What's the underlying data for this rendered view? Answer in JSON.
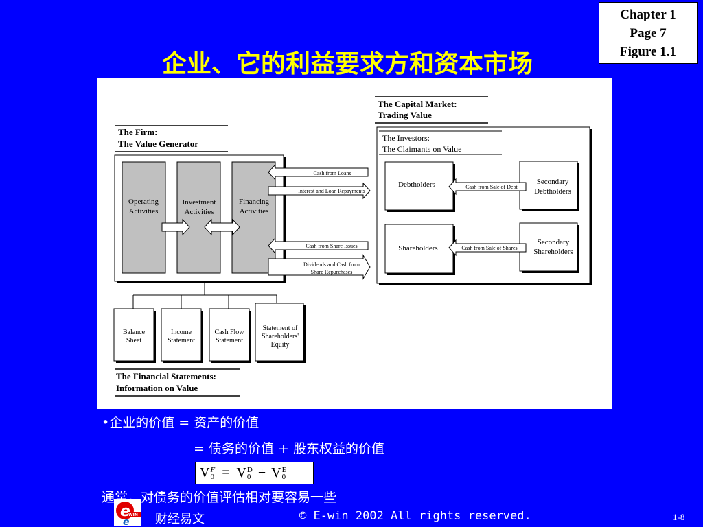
{
  "reference": {
    "line1": "Chapter 1",
    "line2": "Page 7",
    "line3": "Figure 1.1"
  },
  "title": "企业、它的利益要求方和资本市场",
  "diagram": {
    "capital_market": {
      "line1": "The Capital Market:",
      "line2": "Trading Value"
    },
    "investors": {
      "line1": "The Investors:",
      "line2": "The Claimants on Value"
    },
    "firm": {
      "line1": "The Firm:",
      "line2": "The Value Generator"
    },
    "activities": {
      "operating": [
        "Operating",
        "Activities"
      ],
      "investment": [
        "Investment",
        "Activities"
      ],
      "financing": [
        "Financing",
        "Activities"
      ]
    },
    "flows": {
      "cash_from_loans": "Cash from Loans",
      "interest_repayments": "Interest and Loan Repayments",
      "cash_from_share_issues": "Cash from Share Issues",
      "dividends": [
        "Dividends and Cash from",
        "Share Repurchases"
      ],
      "cash_from_sale_of_debt": "Cash from Sale of Debt",
      "cash_from_sale_of_shares": "Cash from Sale of Shares"
    },
    "holders": {
      "debtholders": "Debtholders",
      "shareholders": "Shareholders",
      "secondary_debtholders": [
        "Secondary",
        "Debtholders"
      ],
      "secondary_shareholders": [
        "Secondary",
        "Shareholders"
      ]
    },
    "statements": {
      "balance_sheet": [
        "Balance",
        "Sheet"
      ],
      "income_statement": [
        "Income",
        "Statement"
      ],
      "cash_flow_statement": [
        "Cash Flow",
        "Statement"
      ],
      "equity_statement": [
        "Statement of",
        "Shareholders'",
        "Equity"
      ]
    },
    "financial_statements": {
      "line1": "The Financial Statements:",
      "line2": "Information on Value"
    }
  },
  "bullets": {
    "line1": "•企业的价值 = 资产的价值",
    "line2": "= 债务的价值 + 股东权益的价值",
    "line3": "通常，对债务的价值评估相对要容易一些"
  },
  "formula": {
    "v": "V",
    "sub": "0",
    "sup_f": "F",
    "sup_d": "D",
    "sup_e": "E",
    "eq": "=",
    "plus": "+"
  },
  "footer": {
    "brand": "财经易文",
    "copyright": "© E-win 2002 All rights reserved.",
    "page": "1-8",
    "logo_text": "WIN"
  },
  "colors": {
    "background": "#0000ff",
    "title": "#ffff00",
    "activity_fill": "#c0c0c0"
  }
}
